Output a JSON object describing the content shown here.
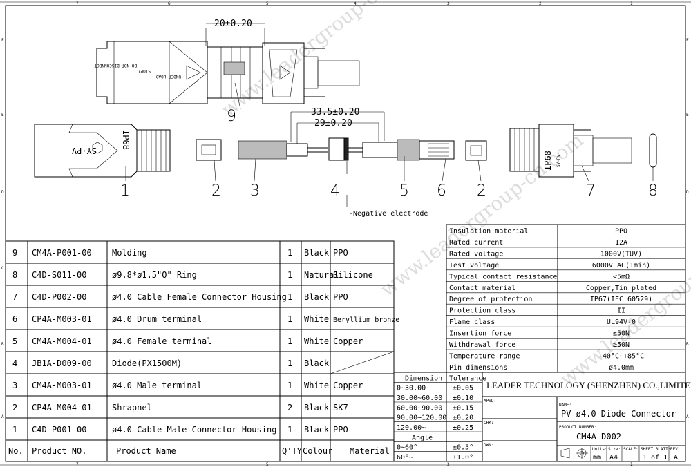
{
  "zone_letters": [
    "F",
    "E",
    "D",
    "C",
    "B",
    "A"
  ],
  "zone_numbers": [
    "7",
    "6",
    "5",
    "4",
    "3",
    "2",
    "1"
  ],
  "dimensions": {
    "d20": "20±0.20",
    "d335": "33.5±0.20",
    "d29": "29±0.20"
  },
  "callouts": {
    "c9": "9",
    "c1": "1",
    "c2": "2",
    "c3": "3",
    "c4": "4",
    "c5": "5",
    "c6": "6",
    "c2b": "2",
    "c7": "7",
    "c8": "8"
  },
  "negative_electrode": "-Negative electrode",
  "part_markings": {
    "sypv": "SY·PV",
    "ip68": "IP68",
    "ip68_right": "IP68",
    "sypv_right": "SY·PV",
    "under_load": "UNDER LOAD",
    "stop": "STOP!",
    "do_not_disconnect": "DO NOT DISCONNECT"
  },
  "bom": {
    "headers": [
      "No.",
      "Product NO.",
      "Product Name",
      "Q'TY",
      "Colour",
      "Material"
    ],
    "rows": [
      {
        "no": "9",
        "pn": "CM4A-P001-00",
        "name": "Molding",
        "qty": "1",
        "colour": "Black",
        "material": "PPO"
      },
      {
        "no": "8",
        "pn": "C4D-S011-00",
        "name": "ø9.8*ø1.5\"O\" Ring",
        "qty": "1",
        "colour": "Natural",
        "material": "Silicone"
      },
      {
        "no": "7",
        "pn": "C4D-P002-00",
        "name": "ø4.0 Cable Female Connector Housing",
        "qty": "1",
        "colour": "Black",
        "material": "PPO"
      },
      {
        "no": "6",
        "pn": "CP4A-M003-01",
        "name": "ø4.0 Drum terminal",
        "qty": "1",
        "colour": "White",
        "material": "Beryllium bronze"
      },
      {
        "no": "5",
        "pn": "CM4A-M004-01",
        "name": "ø4.0 Female terminal",
        "qty": "1",
        "colour": "White",
        "material": "Copper"
      },
      {
        "no": "4",
        "pn": "JB1A-D009-00",
        "name": "Diode(PX1500M)",
        "qty": "1",
        "colour": "Black",
        "material": ""
      },
      {
        "no": "3",
        "pn": "CM4A-M003-01",
        "name": "ø4.0 Male terminal",
        "qty": "1",
        "colour": "White",
        "material": "Copper"
      },
      {
        "no": "2",
        "pn": "CP4A-M004-01",
        "name": "Shrapnel",
        "qty": "2",
        "colour": "Black",
        "material": "SK7"
      },
      {
        "no": "1",
        "pn": "C4D-P001-00",
        "name": "ø4.0 Cable Male Connector Housing",
        "qty": "1",
        "colour": "Black",
        "material": "PPO"
      }
    ]
  },
  "specs": [
    {
      "label": "Insulation material",
      "value": "PPO"
    },
    {
      "label": "Rated current",
      "value": "12A"
    },
    {
      "label": "Rated voltage",
      "value": "1000V(TUV)"
    },
    {
      "label": "Test voltage",
      "value": "6000V AC(1min)"
    },
    {
      "label": "Typical contact resistance",
      "value": "<5mΩ"
    },
    {
      "label": "Contact material",
      "value": "Copper,Tin plated"
    },
    {
      "label": "Degree of protection",
      "value": "IP67(IEC 60529)"
    },
    {
      "label": "Protection class",
      "value": "II"
    },
    {
      "label": "Flame class",
      "value": "UL94V-0"
    },
    {
      "label": "Insertion force",
      "value": "≤50N"
    },
    {
      "label": "Withdrawal force",
      "value": "≥50N"
    },
    {
      "label": "Temperature range",
      "value": "-40°C~+85°C"
    },
    {
      "label": "Pin dimensions",
      "value": "ø4.0mm"
    }
  ],
  "tolerance": {
    "h_dimension": "Dimension",
    "h_tolerance": "Tolerance",
    "rows": [
      {
        "range": "0~30.00",
        "tol": "±0.05"
      },
      {
        "range": "30.00~60.00",
        "tol": "±0.10"
      },
      {
        "range": "60.00~90.00",
        "tol": "±0.15"
      },
      {
        "range": "90.00~120.00",
        "tol": "±0.20"
      },
      {
        "range": "120.00~",
        "tol": "±0.25"
      }
    ],
    "h_angle": "Angle",
    "angle_rows": [
      {
        "range": "0~60°",
        "tol": "±0.5°"
      },
      {
        "range": "60°~",
        "tol": "±1.0°"
      }
    ]
  },
  "title_block": {
    "company": "LEADER TECHNOLOGY (SHENZHEN) CO.,LIMITED",
    "apvd": "APVD:",
    "chk": "CHK:",
    "dwn": "DWN:",
    "name_label": "NAME:",
    "name": "PV ø4.0 Diode Connector",
    "product_number_label": "PRODUCT NUMBER:",
    "product_number": "CM4A-D002",
    "units_label": "Units:",
    "units": "mm",
    "size_label": "Size:",
    "size": "A4",
    "scale_label": "SCALE:",
    "scale": "",
    "sheet_label": "SHEET BLATT:",
    "sheet": "1 of 1",
    "rev_label": "REV:",
    "rev": "A"
  },
  "watermark": "www.leadergroup-cn.com"
}
